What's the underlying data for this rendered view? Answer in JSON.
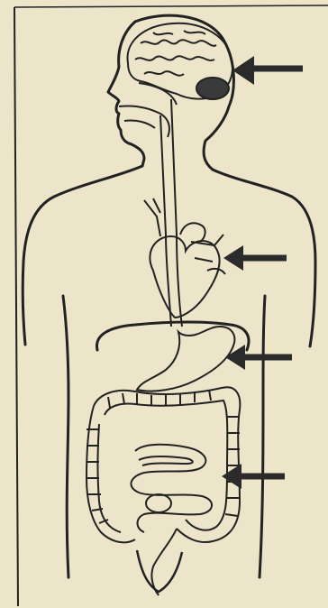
{
  "colors": {
    "paper": "#ece5c9",
    "ink": "#222222",
    "arrow": "#2b2b2b"
  },
  "figure": {
    "subject": "human-body",
    "arrows": [
      {
        "target": "brain",
        "icon": "arrow-left-icon"
      },
      {
        "target": "heart",
        "icon": "arrow-left-icon"
      },
      {
        "target": "stomach",
        "icon": "arrow-left-icon"
      },
      {
        "target": "small-intestine",
        "icon": "arrow-left-icon"
      }
    ]
  }
}
